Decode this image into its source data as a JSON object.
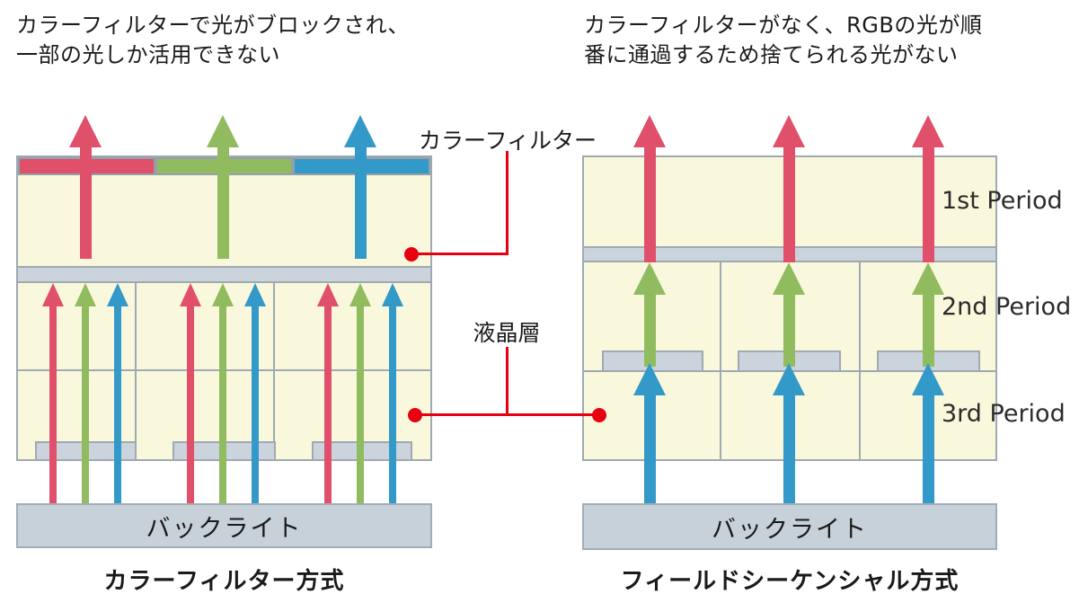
{
  "notes": {
    "left": [
      "カラーフィルターで光がブロックされ、",
      "一部の光しか活用できない"
    ],
    "right": [
      "カラーフィルターがなく、RGBの光が順",
      "番に通過するため捨てられる光がない"
    ]
  },
  "annotations": {
    "color_filter": "カラーフィルター",
    "liquid_crystal_layer": "液晶層"
  },
  "periods": [
    "1st Period",
    "2nd Period",
    "3rd Period"
  ],
  "left_diagram": {
    "caption": "カラーフィルター方式",
    "backlight": "バックライト",
    "filter_segments": [
      "red",
      "green",
      "blue"
    ],
    "big_arrows": [
      "red",
      "green",
      "blue"
    ],
    "small_arrow_groups": [
      [
        "red",
        "green",
        "blue"
      ],
      [
        "red",
        "green",
        "blue"
      ],
      [
        "red",
        "green",
        "blue"
      ]
    ]
  },
  "right_diagram": {
    "caption": "フィールドシーケンシャル方式",
    "backlight": "バックライト",
    "period_arrows": [
      "red",
      "green",
      "blue"
    ]
  },
  "colors": {
    "red": "#E0506B",
    "green": "#90BB5E",
    "blue": "#3399C8",
    "panel_yellow": "#FAF8DC",
    "layer_gray": "#CBD4DC",
    "border_gray": "#9FA9B2",
    "backlight_gray": "#C7D1D9",
    "annotation_red": "#E60012",
    "text": "#1A1A1A"
  }
}
